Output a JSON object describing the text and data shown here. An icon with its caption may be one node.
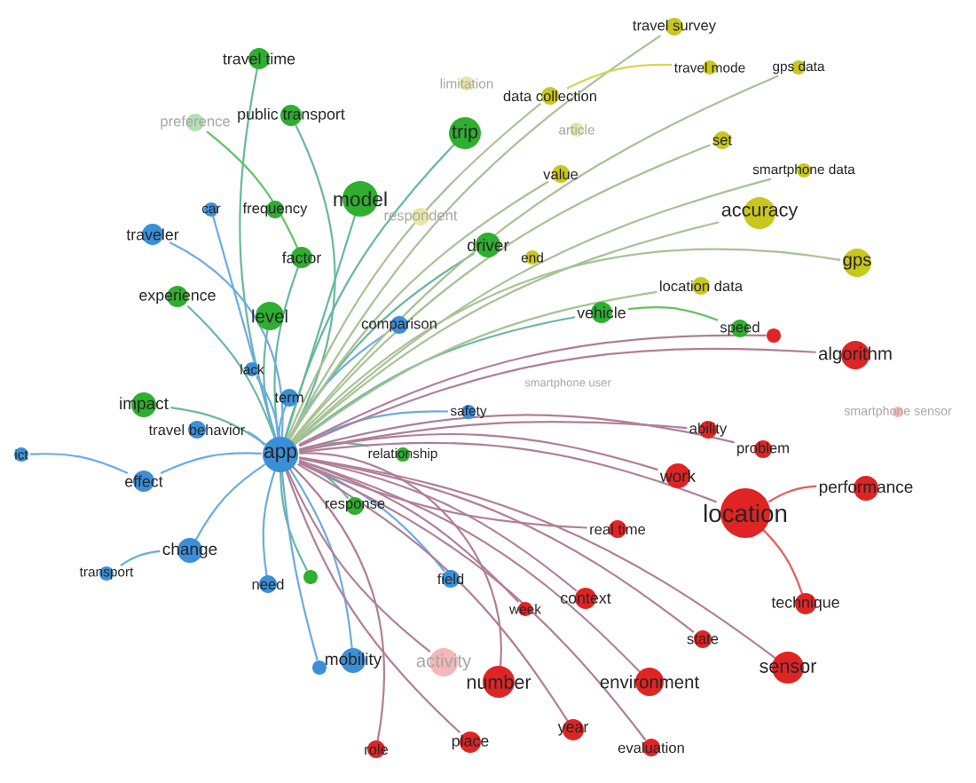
{
  "diagram": {
    "nodes": [
      {
        "text": [
          "app"
        ]
      },
      {
        "text": [
          "travel time"
        ]
      },
      {
        "text": [
          "public transport"
        ]
      },
      {
        "text": [
          "preference"
        ]
      },
      {
        "text": [
          "trip"
        ]
      },
      {
        "text": [
          "model"
        ]
      },
      {
        "text": [
          "frequency"
        ]
      },
      {
        "text": [
          "factor"
        ]
      },
      {
        "text": [
          "level"
        ]
      },
      {
        "text": [
          "experience"
        ]
      },
      {
        "text": [
          "impact"
        ]
      },
      {
        "text": [
          "driver"
        ]
      },
      {
        "text": [
          "vehicle"
        ]
      },
      {
        "text": [
          "speed"
        ]
      },
      {
        "text": [
          "relationship"
        ]
      },
      {
        "text": [
          "response"
        ]
      },
      {
        "text": [],
        "shape": "circle"
      },
      {
        "text": [
          "car"
        ]
      },
      {
        "text": [
          "traveler"
        ]
      },
      {
        "text": [
          "comparison"
        ]
      },
      {
        "text": [
          "lack"
        ]
      },
      {
        "text": [
          "term"
        ]
      },
      {
        "text": [
          "travel behavior"
        ]
      },
      {
        "text": [
          "ict"
        ]
      },
      {
        "text": [
          "effect"
        ]
      },
      {
        "text": [
          "change"
        ]
      },
      {
        "text": [
          "transport"
        ]
      },
      {
        "text": [
          "need"
        ]
      },
      {
        "text": [
          "mobility"
        ]
      },
      {
        "text": [],
        "shape": "circle"
      },
      {
        "text": [
          "safety"
        ]
      },
      {
        "text": [
          "field"
        ]
      },
      {
        "text": [
          "travel survey"
        ]
      },
      {
        "text": [
          "travel mode"
        ]
      },
      {
        "text": [
          "gps data"
        ]
      },
      {
        "text": [
          "limitation"
        ]
      },
      {
        "text": [
          "data collection"
        ]
      },
      {
        "text": [
          "article"
        ]
      },
      {
        "text": [
          "set"
        ]
      },
      {
        "text": [
          "value"
        ]
      },
      {
        "text": [
          "respondent"
        ]
      },
      {
        "text": [
          "smartphone data"
        ]
      },
      {
        "text": [
          "accuracy"
        ]
      },
      {
        "text": [
          "end"
        ]
      },
      {
        "text": [
          "gps"
        ]
      },
      {
        "text": [
          "location data"
        ]
      },
      {
        "text": [],
        "shape": "circle"
      },
      {
        "text": [
          "algorithm"
        ]
      },
      {
        "text": [
          "smartphone user"
        ]
      },
      {
        "text": [
          "smartphone sensor"
        ]
      },
      {
        "text": [
          "ability"
        ]
      },
      {
        "text": [
          "problem"
        ]
      },
      {
        "text": [
          "work"
        ]
      },
      {
        "text": [
          "location"
        ]
      },
      {
        "text": [
          "performance"
        ]
      },
      {
        "text": [
          "real time"
        ]
      },
      {
        "text": [
          "context"
        ]
      },
      {
        "text": [
          "week"
        ]
      },
      {
        "text": [
          "technique"
        ]
      },
      {
        "text": [
          "state"
        ]
      },
      {
        "text": [
          "activity"
        ]
      },
      {
        "text": [
          "number"
        ]
      },
      {
        "text": [
          "environment"
        ]
      },
      {
        "text": [
          "sensor"
        ]
      },
      {
        "text": [
          "year"
        ]
      },
      {
        "text": [
          "evaluation"
        ]
      },
      {
        "text": [
          "role"
        ]
      },
      {
        "text": [
          "place"
        ]
      }
    ],
    "edges": [
      {
        "from": 0,
        "to": 1,
        "arrow": "none"
      },
      {
        "from": 0,
        "to": 2,
        "arrow": "none"
      },
      {
        "from": 0,
        "to": 4,
        "arrow": "none"
      },
      {
        "from": 0,
        "to": 5,
        "arrow": "none"
      },
      {
        "from": 0,
        "to": 7,
        "arrow": "none"
      },
      {
        "from": 0,
        "to": 8,
        "arrow": "none"
      },
      {
        "from": 0,
        "to": 9,
        "arrow": "none"
      },
      {
        "from": 0,
        "to": 10,
        "arrow": "none"
      },
      {
        "from": 0,
        "to": 11,
        "arrow": "none"
      },
      {
        "from": 0,
        "to": 12,
        "arrow": "none"
      },
      {
        "from": 0,
        "to": 14,
        "arrow": "none"
      },
      {
        "from": 0,
        "to": 15,
        "arrow": "none"
      },
      {
        "from": 0,
        "to": 16,
        "arrow": "none"
      },
      {
        "from": 0,
        "to": 17,
        "arrow": "none"
      },
      {
        "from": 0,
        "to": 18,
        "arrow": "none"
      },
      {
        "from": 0,
        "to": 19,
        "arrow": "none"
      },
      {
        "from": 0,
        "to": 20,
        "arrow": "none"
      },
      {
        "from": 0,
        "to": 21,
        "arrow": "none"
      },
      {
        "from": 0,
        "to": 22,
        "arrow": "none"
      },
      {
        "from": 0,
        "to": 24,
        "arrow": "none"
      },
      {
        "from": 0,
        "to": 25,
        "arrow": "none"
      },
      {
        "from": 0,
        "to": 27,
        "arrow": "none"
      },
      {
        "from": 0,
        "to": 28,
        "arrow": "none"
      },
      {
        "from": 0,
        "to": 30,
        "arrow": "none"
      },
      {
        "from": 0,
        "to": 31,
        "arrow": "none"
      },
      {
        "from": 0,
        "to": 32,
        "arrow": "none"
      },
      {
        "from": 0,
        "to": 34,
        "arrow": "none"
      },
      {
        "from": 0,
        "to": 36,
        "arrow": "none"
      },
      {
        "from": 0,
        "to": 38,
        "arrow": "none"
      },
      {
        "from": 0,
        "to": 39,
        "arrow": "none"
      },
      {
        "from": 0,
        "to": 41,
        "arrow": "none"
      },
      {
        "from": 0,
        "to": 42,
        "arrow": "none"
      },
      {
        "from": 0,
        "to": 44,
        "arrow": "none"
      },
      {
        "from": 0,
        "to": 45,
        "arrow": "none"
      },
      {
        "from": 0,
        "to": 46,
        "arrow": "none"
      },
      {
        "from": 0,
        "to": 47,
        "arrow": "none"
      },
      {
        "from": 0,
        "to": 50,
        "arrow": "none"
      },
      {
        "from": 0,
        "to": 51,
        "arrow": "none"
      },
      {
        "from": 0,
        "to": 52,
        "arrow": "none"
      },
      {
        "from": 0,
        "to": 53,
        "arrow": "none"
      },
      {
        "from": 0,
        "to": 55,
        "arrow": "none"
      },
      {
        "from": 0,
        "to": 56,
        "arrow": "none"
      },
      {
        "from": 0,
        "to": 57,
        "arrow": "none"
      },
      {
        "from": 0,
        "to": 59,
        "arrow": "none"
      },
      {
        "from": 0,
        "to": 60,
        "arrow": "none"
      },
      {
        "from": 0,
        "to": 61,
        "arrow": "none"
      },
      {
        "from": 0,
        "to": 62,
        "arrow": "none"
      },
      {
        "from": 0,
        "to": 63,
        "arrow": "none"
      },
      {
        "from": 0,
        "to": 64,
        "arrow": "none"
      },
      {
        "from": 0,
        "to": 65,
        "arrow": "none"
      },
      {
        "from": 0,
        "to": 66,
        "arrow": "none"
      },
      {
        "from": 0,
        "to": 67,
        "arrow": "none"
      },
      {
        "from": 24,
        "to": 23,
        "arrow": "none"
      },
      {
        "from": 25,
        "to": 26,
        "arrow": "none"
      },
      {
        "from": 0,
        "to": 29,
        "arrow": "none"
      },
      {
        "from": 12,
        "to": 13,
        "arrow": "none"
      },
      {
        "from": 53,
        "to": 54,
        "arrow": "none"
      },
      {
        "from": 53,
        "to": 58,
        "arrow": "none"
      },
      {
        "from": 3,
        "to": 7,
        "arrow": "none"
      },
      {
        "from": 36,
        "to": 33,
        "arrow": "none"
      }
    ]
  }
}
